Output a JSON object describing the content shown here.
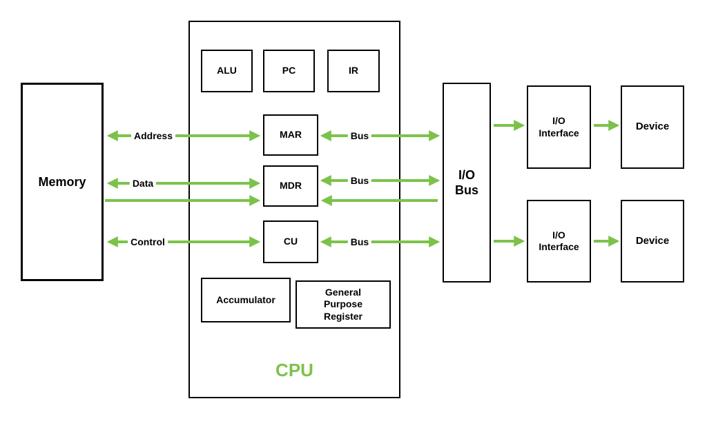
{
  "colors": {
    "arrow": "#7cc24a",
    "border": "#000000",
    "background": "#ffffff",
    "cpu_title": "#7cc24a"
  },
  "boxes": {
    "memory": "Memory",
    "cpu_title": "CPU",
    "alu": "ALU",
    "pc": "PC",
    "ir": "IR",
    "mar": "MAR",
    "mdr": "MDR",
    "cu": "CU",
    "accumulator": "Accumulator",
    "gpr": "General\nPurpose\nRegister",
    "io_bus": "I/O\nBus",
    "io_interface_top": "I/O\nInterface",
    "io_interface_bottom": "I/O\nInterface",
    "device_top": "Device",
    "device_bottom": "Device"
  },
  "arrow_labels": {
    "address": "Address",
    "data": "Data",
    "control": "Control",
    "bus_mar": "Bus",
    "bus_mdr": "Bus",
    "bus_cu": "Bus"
  }
}
